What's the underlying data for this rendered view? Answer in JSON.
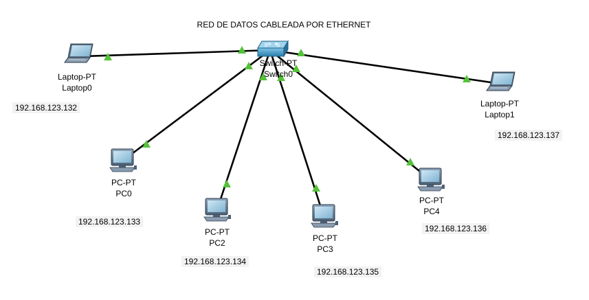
{
  "diagram": {
    "title": "RED DE DATOS CABLEADA POR ETHERNET",
    "link_color": "#000000",
    "status_color": "#55c23a",
    "devices": {
      "switch": {
        "model": "Switch-PT",
        "name": "Switch0",
        "icon": "switch-icon"
      },
      "laptop0": {
        "model": "Laptop-PT",
        "name": "Laptop0",
        "ip": "192.168.123.132",
        "icon": "laptop-icon"
      },
      "laptop1": {
        "model": "Laptop-PT",
        "name": "Laptop1",
        "ip": "192.168.123.137",
        "icon": "laptop-icon"
      },
      "pc0": {
        "model": "PC-PT",
        "name": "PC0",
        "ip": "192.168.123.133",
        "icon": "pc-icon"
      },
      "pc2": {
        "model": "PC-PT",
        "name": "PC2",
        "ip": "192.168.123.134",
        "icon": "pc-icon"
      },
      "pc3": {
        "model": "PC-PT",
        "name": "PC3",
        "ip": "192.168.123.135",
        "icon": "pc-icon"
      },
      "pc4": {
        "model": "PC-PT",
        "name": "PC4",
        "ip": "192.168.123.136",
        "icon": "pc-icon"
      }
    },
    "links": [
      {
        "from": "switch",
        "to": "laptop0"
      },
      {
        "from": "switch",
        "to": "laptop1"
      },
      {
        "from": "switch",
        "to": "pc0"
      },
      {
        "from": "switch",
        "to": "pc2"
      },
      {
        "from": "switch",
        "to": "pc3"
      },
      {
        "from": "switch",
        "to": "pc4"
      }
    ]
  }
}
